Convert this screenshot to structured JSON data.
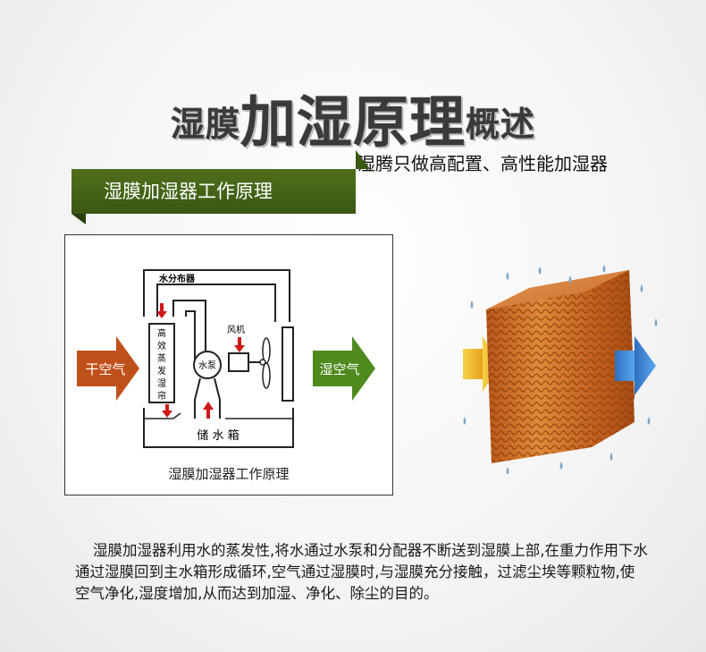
{
  "title": {
    "part1": "湿膜",
    "part2": "加湿原理",
    "part3": "概述"
  },
  "subtitle": "湿腾只做高配置、高性能加湿器",
  "banner": "湿膜加湿器工作原理",
  "diagram": {
    "water_distributor": "水分布器",
    "evap_curtain": [
      "高",
      "效",
      "蒸",
      "发",
      "湿",
      "帘"
    ],
    "pump": "水泵",
    "fan": "风机",
    "tank": "储 水 箱",
    "dry_air": "干空气",
    "humid_air": "湿空气",
    "caption": "湿膜加湿器工作原理"
  },
  "description": "湿膜加湿器利用水的蒸发性,将水通过水泵和分配器不断送到湿膜上部,在重力作用下水通过湿膜回到主水箱形成循环,空气通过湿膜时,与湿膜充分接触，过滤尘埃等颗粒物,使空气净化,湿度增加,从而达到加湿、净化、除尘的目的。",
  "colors": {
    "banner_green": "#466616",
    "dry_air_arrow": "#c0501a",
    "humid_air_arrow": "#4f8a1e",
    "flow_arrow_red": "#d01818",
    "pad_orange": "#d9762e"
  }
}
